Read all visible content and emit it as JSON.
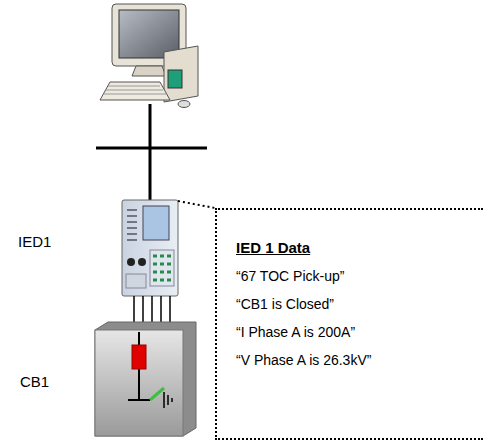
{
  "diagram": {
    "nodes": [
      {
        "text": [
          "IED 1 Data",
          "“67 TOC Pick-up”",
          "“CB1 is Closed”",
          "“I Phase A is 200A”",
          "“V Phase A is 26.3kV”"
        ]
      }
    ],
    "labels": [
      "IED1",
      "CB1"
    ]
  }
}
